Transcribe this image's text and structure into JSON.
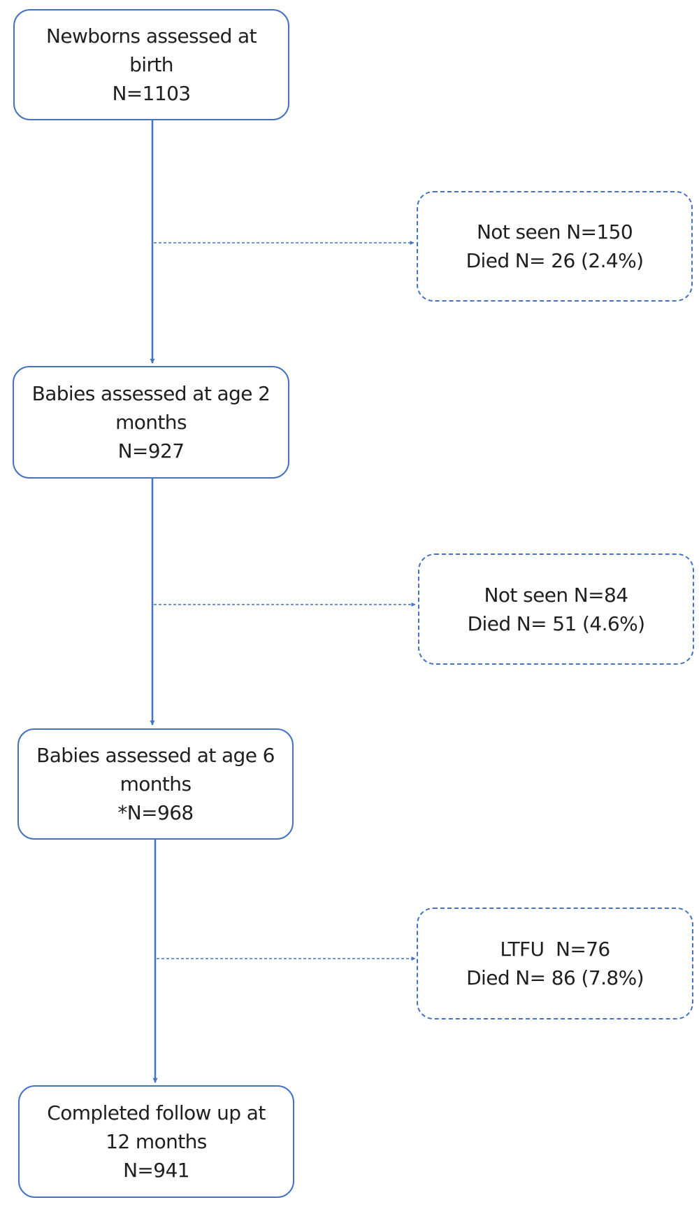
{
  "flow": {
    "steps": [
      {
        "label": "Newborns assessed at birth",
        "count": "N=1103"
      },
      {
        "label": "Babies assessed at age 2 months",
        "count": "N=927"
      },
      {
        "label": "Babies assessed at age 6 months",
        "count": "*N=968"
      },
      {
        "label": "Completed follow up at 12 months",
        "count": "N=941"
      }
    ],
    "exclusions": [
      {
        "line1": "Not seen N=150",
        "line2": "Died N= 26 (2.4%)"
      },
      {
        "line1": "Not seen N=84",
        "line2": "Died N= 51 (4.6%)"
      },
      {
        "line1": "LTFU  N=76",
        "line2": "Died N= 86 (7.8%)"
      }
    ]
  },
  "colors": {
    "line": "#4472c4",
    "text": "#1f1f1f",
    "background": "#ffffff"
  }
}
